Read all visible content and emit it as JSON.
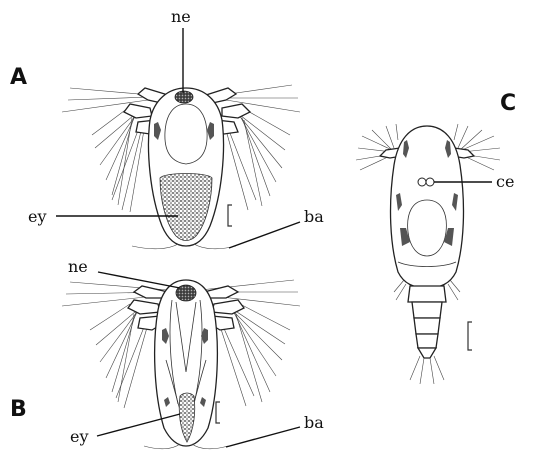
{
  "panels": {
    "a": {
      "letter": "A",
      "labels": {
        "ne": "ne",
        "ey": "ey",
        "ba": "ba"
      }
    },
    "b": {
      "letter": "B",
      "labels": {
        "ne": "ne",
        "ey": "ey",
        "ba": "ba"
      }
    },
    "c": {
      "letter": "C",
      "labels": {
        "ce": "ce"
      }
    }
  },
  "colors": {
    "ink": "#111111",
    "stipple": "#555555",
    "background": "#ffffff"
  }
}
